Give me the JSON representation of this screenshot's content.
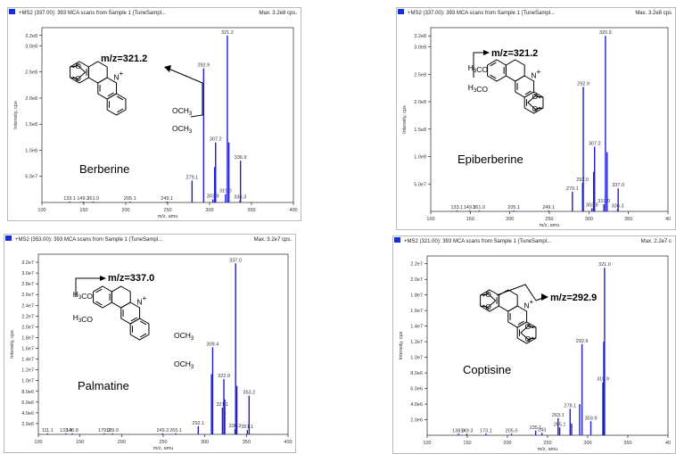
{
  "colors": {
    "bar": "#1f1fd0",
    "axis": "#000000",
    "bg": "#ffffff",
    "header_square": "#1a2fd0"
  },
  "chart_data": [
    {
      "type": "bar",
      "header": "+MS2 (337.00): 393 MCA scans from Sample 1 (TuneSampl...",
      "max_label": "Max. 3.2e8 cps.",
      "xlabel": "m/z, amu",
      "ylabel": "Intensity, cps",
      "xlim": [
        100,
        400
      ],
      "ylim": [
        0,
        335000000.0
      ],
      "xticks": [
        "100",
        "150",
        "200",
        "250",
        "300",
        "350",
        "400"
      ],
      "yticks": [
        "5.0e7",
        "1.0e8",
        "1.5e8",
        "2.0e8",
        "2.5e8",
        "3.0e8",
        "3.2e8"
      ],
      "compound": "Berberine",
      "fragment_label": "m/z=321.2",
      "substituents": [
        "OCH3",
        "OCH3"
      ],
      "peaks": [
        {
          "x": 133.1,
          "y": 1000000.0,
          "label": "133.1"
        },
        {
          "x": 149.2,
          "y": 1000000.0,
          "label": "149.2"
        },
        {
          "x": 161.0,
          "y": 1000000.0,
          "label": "161.0"
        },
        {
          "x": 205.1,
          "y": 1000000.0,
          "label": "205.1"
        },
        {
          "x": 249.1,
          "y": 1000000.0,
          "label": "249.1"
        },
        {
          "x": 279.1,
          "y": 42000000.0,
          "label": "279.1"
        },
        {
          "x": 292.9,
          "y": 257000000.0,
          "label": "292.9"
        },
        {
          "x": 303.9,
          "y": 6000000.0,
          "label": "303.9"
        },
        {
          "x": 307.2,
          "y": 115000000.0,
          "label": "307.2"
        },
        {
          "x": 306.0,
          "y": 68000000.0,
          "label": ""
        },
        {
          "x": 319.0,
          "y": 16000000.0,
          "label": "319.0"
        },
        {
          "x": 321.2,
          "y": 320000000.0,
          "label": "321.2"
        },
        {
          "x": 323.0,
          "y": 115000000.0,
          "label": ""
        },
        {
          "x": 336.3,
          "y": 4000000.0,
          "label": "336.3"
        },
        {
          "x": 336.9,
          "y": 80000000.0,
          "label": "336.9"
        }
      ]
    },
    {
      "type": "bar",
      "header": "+MS2 (337.00): 393 MCA scans from Sample 1 (TuneSampl...",
      "max_label": "Max. 3.2e8 cps",
      "xlabel": "m/z, amu",
      "ylabel": "Intensity, cps",
      "xlim": [
        100,
        400
      ],
      "ylim": [
        0,
        335000000.0
      ],
      "xticks": [
        "100",
        "150",
        "200",
        "250",
        "300",
        "350",
        "40"
      ],
      "yticks": [
        "5.0e7",
        "1.0e8",
        "1.5e8",
        "2.0e8",
        "2.5e8",
        "3.0e8",
        "3.2e8"
      ],
      "compound": "Epiberberine",
      "fragment_label": "m/z=321.2",
      "substituents": [
        "H3CO",
        "H3CO"
      ],
      "peaks": [
        {
          "x": 133.1,
          "y": 1000000.0,
          "label": "133.1"
        },
        {
          "x": 149.2,
          "y": 1000000.0,
          "label": "149.2"
        },
        {
          "x": 161.0,
          "y": 1000000.0,
          "label": "161.0"
        },
        {
          "x": 205.1,
          "y": 1000000.0,
          "label": "205.1"
        },
        {
          "x": 249.1,
          "y": 1000000.0,
          "label": "249.1"
        },
        {
          "x": 279.1,
          "y": 36000000.0,
          "label": "279.1"
        },
        {
          "x": 292.0,
          "y": 52000000.0,
          "label": "292.0"
        },
        {
          "x": 292.9,
          "y": 227000000.0,
          "label": "292.9"
        },
        {
          "x": 303.9,
          "y": 6000000.0,
          "label": "303.9"
        },
        {
          "x": 307.2,
          "y": 118000000.0,
          "label": "307.2"
        },
        {
          "x": 306.0,
          "y": 72000000.0,
          "label": ""
        },
        {
          "x": 319.0,
          "y": 13000000.0,
          "label": "319.0"
        },
        {
          "x": 320.9,
          "y": 320000000.0,
          "label": "320.9"
        },
        {
          "x": 323.0,
          "y": 108000000.0,
          "label": ""
        },
        {
          "x": 336.3,
          "y": 4000000.0,
          "label": "336.3"
        },
        {
          "x": 337.0,
          "y": 42000000.0,
          "label": "337.0"
        }
      ]
    },
    {
      "type": "bar",
      "header": "+MS2 (353.00): 393 MCA scans from Sample 1 (TuneSampl...",
      "max_label": "Max. 3.2e7 cps.",
      "xlabel": "m/z, amu",
      "ylabel": "Intensity, cps",
      "xlim": [
        100,
        400
      ],
      "ylim": [
        0,
        33500000.0
      ],
      "xticks": [
        "100",
        "150",
        "200",
        "250",
        "300",
        "350",
        "400"
      ],
      "yticks": [
        "2.0e6",
        "4.0e6",
        "6.0e6",
        "8.0e6",
        "1.0e7",
        "1.2e7",
        "1.4e7",
        "1.6e7",
        "1.8e7",
        "2.0e7",
        "2.2e7",
        "2.4e7",
        "2.6e7",
        "2.8e7",
        "3.0e7",
        "3.2e7"
      ],
      "compound": "Palmatine",
      "fragment_label": "m/z=337.0",
      "substituents": [
        "H3CO",
        "H3CO",
        "OCH3",
        "OCH3"
      ],
      "peaks": [
        {
          "x": 111.1,
          "y": 200000.0,
          "label": "111.1"
        },
        {
          "x": 133.0,
          "y": 200000.0,
          "label": "133.0"
        },
        {
          "x": 140.8,
          "y": 200000.0,
          "label": "140.8"
        },
        {
          "x": 179.2,
          "y": 200000.0,
          "label": "179.2"
        },
        {
          "x": 189.0,
          "y": 200000.0,
          "label": "189.0"
        },
        {
          "x": 249.3,
          "y": 200000.0,
          "label": "249.3"
        },
        {
          "x": 265.1,
          "y": 200000.0,
          "label": "265.1"
        },
        {
          "x": 292.1,
          "y": 1500000.0,
          "label": "292.1"
        },
        {
          "x": 309.4,
          "y": 16200000.0,
          "label": "309.4"
        },
        {
          "x": 308.0,
          "y": 11200000.0,
          "label": ""
        },
        {
          "x": 321.1,
          "y": 5000000.0,
          "label": "321.1"
        },
        {
          "x": 322.9,
          "y": 10300000.0,
          "label": "322.9"
        },
        {
          "x": 324.0,
          "y": 6500000.0,
          "label": ""
        },
        {
          "x": 336.3,
          "y": 1000000.0,
          "label": "336.3"
        },
        {
          "x": 337.0,
          "y": 31800000.0,
          "label": "337.0"
        },
        {
          "x": 338.5,
          "y": 9000000.0,
          "label": ""
        },
        {
          "x": 351.1,
          "y": 800000.0,
          "label": "351.1"
        },
        {
          "x": 353.2,
          "y": 7200000.0,
          "label": "353.2"
        }
      ]
    },
    {
      "type": "bar",
      "header": "+MS2 (321.00): 393 MCA scans from Sample 1 (TuneSampl...",
      "max_label": "Max. 2.2e7 c",
      "xlabel": "m/z, amu",
      "ylabel": "Intensity, cps",
      "xlim": [
        100,
        400
      ],
      "ylim": [
        0,
        23000000.0
      ],
      "xticks": [
        "100",
        "150",
        "200",
        "250",
        "300",
        "350",
        "40"
      ],
      "yticks": [
        "2.0e6",
        "4.0e6",
        "6.0e6",
        "8.0e6",
        "1.0e7",
        "1.2e7",
        "1.4e7",
        "1.6e7",
        "1.8e7",
        "2.0e7",
        "2.2e7"
      ],
      "compound": "Coptisine",
      "fragment_label": "m/z=292.9",
      "substituents": [],
      "peaks": [
        {
          "x": 138.9,
          "y": 200000.0,
          "label": "138.9"
        },
        {
          "x": 149.3,
          "y": 200000.0,
          "label": "149.3"
        },
        {
          "x": 173.1,
          "y": 200000.0,
          "label": "173.1"
        },
        {
          "x": 205.0,
          "y": 200000.0,
          "label": "205.0"
        },
        {
          "x": 235.1,
          "y": 600000.0,
          "label": "235.1"
        },
        {
          "x": 243.0,
          "y": 300000.0,
          "label": "243"
        },
        {
          "x": 263.1,
          "y": 2200000.0,
          "label": "263.1"
        },
        {
          "x": 265.1,
          "y": 1000000.0,
          "label": "265.1"
        },
        {
          "x": 278.1,
          "y": 3400000.0,
          "label": "278.1"
        },
        {
          "x": 280.0,
          "y": 1500000.0,
          "label": ""
        },
        {
          "x": 292.9,
          "y": 11700000.0,
          "label": "292.9"
        },
        {
          "x": 290.0,
          "y": 4000000.0,
          "label": ""
        },
        {
          "x": 303.9,
          "y": 1800000.0,
          "label": "303.9"
        },
        {
          "x": 318.9,
          "y": 6800000.0,
          "label": "318.9"
        },
        {
          "x": 320.0,
          "y": 12000000.0,
          "label": ""
        },
        {
          "x": 321.0,
          "y": 21500000.0,
          "label": "321.0"
        }
      ]
    }
  ]
}
